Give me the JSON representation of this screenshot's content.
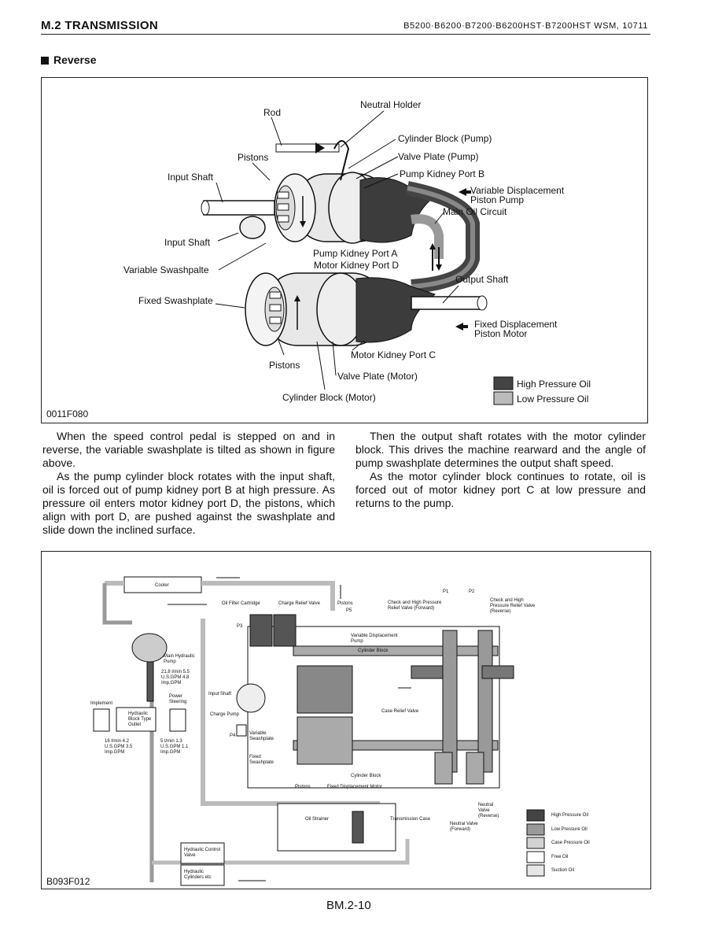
{
  "header": {
    "section": "M.2 TRANSMISSION",
    "models": "B5200·B6200·B7200·B6200HST·B7200HST  WSM, 10711"
  },
  "section_title": "Reverse",
  "figure1": {
    "code": "0011F080",
    "labels": {
      "rod": "Rod",
      "neutral_holder": "Neutral Holder",
      "cylinder_block_pump": "Cylinder Block (Pump)",
      "pistons_top": "Pistons",
      "valve_plate_pump": "Valve Plate (Pump)",
      "input_shaft_top": "Input Shaft",
      "pump_kidney_port_b": "Pump Kidney Port B",
      "variable_displacement": "Variable Displacement",
      "piston_pump": "Piston Pump",
      "main_oil_circuit": "Main Oil Circuit",
      "input_shaft_mid": "Input Shaft",
      "pump_kidney_port_a": "Pump Kidney Port A",
      "motor_kidney_port_d": "Motor Kidney Port D",
      "variable_swashplate": "Variable Swashpalte",
      "output_shaft": "Output Shaft",
      "fixed_swashplate": "Fixed Swashplate",
      "fixed_displacement": "Fixed Displacement",
      "piston_motor": "Piston Motor",
      "motor_kidney_port_c": "Motor Kidney Port C",
      "pistons_bottom": "Pistons",
      "valve_plate_motor": "Valve Plate (Motor)",
      "cylinder_block_motor": "Cylinder Block (Motor)"
    },
    "legend": [
      {
        "label": "High Pressure Oil",
        "color": "#444444"
      },
      {
        "label": "Low Pressure Oil",
        "color": "#bbbbbb"
      }
    ]
  },
  "body_text": {
    "left": [
      "When the speed control pedal is stepped on and in reverse, the variable swashplate is tilted as shown in figure above.",
      "As the pump cylinder block rotates with the input shaft, oil is forced out of pump kidney port B at high pressure. As pressure oil enters motor kidney port D, the pistons, which align with port D, are pushed against the swashplate and slide down the inclined surface."
    ],
    "right": [
      "Then the output shaft rotates with the motor cylinder block. This drives the machine rearward and the angle of pump swashplate determines the output shaft speed.",
      "As the motor cylinder block continues to rotate, oil is forced out of motor kidney port C at low pressure and returns to the pump."
    ]
  },
  "figure2": {
    "code": "B093F012",
    "labels": {
      "cooler": "Cooler",
      "oil_filter": "Oil Filter Cartridge",
      "charge_relief": "Charge Relief Valve",
      "pistons": "Pistons",
      "p5": "P5",
      "check_forward": "Check and High Pressure Relief Valve (Forward)",
      "p1": "P1",
      "p2": "P2",
      "check_reverse": "Check and High Pressure Relief Valve (Reverse)",
      "p3": "P3",
      "var_disp_pump": "Variable Displacement Pump",
      "cyl_block": "Cylinder Block",
      "main_hyd_pump": "Main Hydraulic Pump",
      "flow1": "21.8 l/min 5.5 U.S.GPM 4.8 Imp.GPM",
      "power_steering": "Power Steering",
      "implement": "Implement",
      "input_shaft": "Input Shaft",
      "charge_pump": "Charge Pump",
      "p4": "P4",
      "hyd_block": "Hydraulic Block Type Outlet",
      "case_relief": "Case Relief Valve",
      "var_swash": "Variable Swashplate",
      "flow2": "16 l/min 4.2 U.S.GPM 3.5 Imp.GPM",
      "flow3": "5 l/min 1.3 U.S.GPM 1.1 Imp.GPM",
      "fixed_swash": "Fixed Swashplate",
      "cyl_block2": "Cylinder Block",
      "pistons2": "Pistons",
      "fixed_disp_motor": "Fixed Displacement Motor",
      "neutral_rev": "Neutral Valve (Reverse)",
      "oil_strainer": "Oil Strainer",
      "trans_case": "Transmission Case",
      "neutral_fwd": "Neutral Valve (Forward)",
      "hyd_control": "Hydraulic Control Valve",
      "hyd_cyl": "Hydraulic Cylinders etc"
    },
    "legend": [
      {
        "label": "High Pressure Oil",
        "color": "#444444"
      },
      {
        "label": "Low Pressure Oil",
        "color": "#9a9a9a"
      },
      {
        "label": "Case Pressure Oil",
        "color": "#d2d2d2"
      },
      {
        "label": "Free Oil",
        "color": "#ffffff"
      },
      {
        "label": "Suction Oil",
        "color": "#e6e6e6"
      }
    ]
  },
  "page_number": "BM.2-10"
}
